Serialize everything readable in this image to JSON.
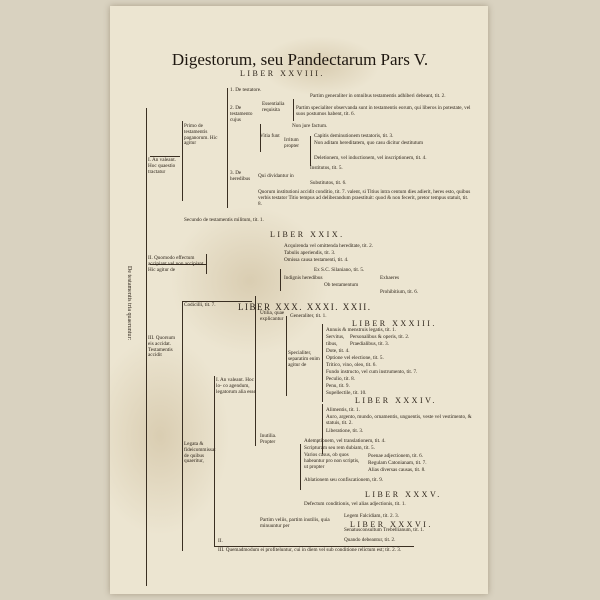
{
  "title": "Digestorum, seu Pandectarum Pars V.",
  "margin_label": "De testamentis tria quaeruntur:",
  "liber_headings": [
    "LIBER XXVIII.",
    "LIBER XXIX.",
    "LIBER XXX. XXXI. XXII.",
    "LIBER XXXIII.",
    "LIBER XXXIV.",
    "LIBER XXXV.",
    "LIBER XXXVI."
  ],
  "branches": {
    "b1": "I. An valeant. Hoc quaestio tractatur",
    "b1a": "Primo de testamentis paganorum. Hic agitur",
    "b2": "II. Quomodo effectum accipiant vel non accipiant. Hic agitur de",
    "b3": "III. Quorsum eis accidat. Testamentis accidit",
    "b3a": "I. An valeant. Hoc lo- co agendum, legatorum alia esse",
    "b3b": "Legata & fideicommissa: de quibus quaeritur,",
    "utilia": "Utilia, quae explicantur",
    "specialiter": "Specialiter, separatim enim agitur de",
    "inutilia": "Inutilia. Propter"
  },
  "lines": [
    "1. De testatore.",
    "Partim generaliter in omnibus testamentis adhiberi debeant, tit. 2.",
    "2. De testamento cujus",
    "Essentialia requisita",
    "Partim specialiter observanda sunt in testamentis eorum, qui liberos in potestate, vel suos postumos habent, tit. 6.",
    "Vitia funt",
    "Non jure factum.",
    "Irritum propter",
    "Capitis deminutionem testatoris, tit. 3.",
    "Non aditam hereditatem, quo casu dicitur destitutum",
    "Deletionem, vel inductionem, vel inscriptionem, tit. 4.",
    "3. De heredibus",
    "Qui dividantur in",
    "Institutos, tit. 5.",
    "Substitutos, tit. 6.",
    "Quorum institutioni accidit conditio, tit. 7. valent, si Titius intra centum dies adierit, heres esto, quibus verbis testator Titio tempus ad deliberandum praestituit: quod & non fecerit, pretor tempus statuit, tit. 8.",
    "Secundo de testamentis militum, tit. 1.",
    "Acquirenda vel omittenda hereditate, tit. 2.",
    "Tabulis aperiendis, tit. 3.",
    "Omissa causa testamenti, tit. 4.",
    "Ex S.C. Silaniano, tit. 5.",
    "Exhaeres",
    "Ob testamentum",
    "Prohibitium, tit. 6.",
    "Indignis heredibus",
    "Codicilli, tit. 7.",
    "Generaliter, tit. 1.",
    "Annuis & menstruis legatis, tit. 1.",
    "Servitus,",
    "tibus,",
    "Personalibus & operis, tit. 2.",
    "Praedialibus, tit. 3.",
    "Dote, tit. 4.",
    "Optione vel electione, tit. 5.",
    "Tritico, vino, oleo, tit. 6.",
    "Fundo instructo, vel cum instrumento, tit. 7.",
    "Peculio, tit. 8.",
    "Penu, tit. 9.",
    "Supellectile, tit. 10.",
    "Alimentis, tit. 1.",
    "Auro, argento, mundo, ornamentis, unguentis, veste vel vestimento, & statuis, tit. 2.",
    "Liberatione, tit. 3.",
    "Ademptionem, vel translationem, tit. 4.",
    "Scripturam seu rem dubiam, tit. 5.",
    "Varios casus, ob quos habeantur pro non scriptis, ut propter",
    "Poenae adjectionem, tit. 6.",
    "Regulam Catonianam, tit. 7.",
    "Alias diversas causas, tit. 8.",
    "Ablationem seu confiscationem, tit. 9.",
    "Defectum conditionis, vel alias adjectionis, tit. 1.",
    "Partim veliis, partim inutilis, quia minuuntur per",
    "Legem Falcidiam, tit. 2. 3.",
    "Senatusconsultum Trebellianum, tit. 1.",
    "II.",
    "Quando debeantur, tit. 2.",
    "III. Quemadmodum ei profiteluntur, cui in diem vel sub conditione relictum est; tit. 2. 3."
  ]
}
